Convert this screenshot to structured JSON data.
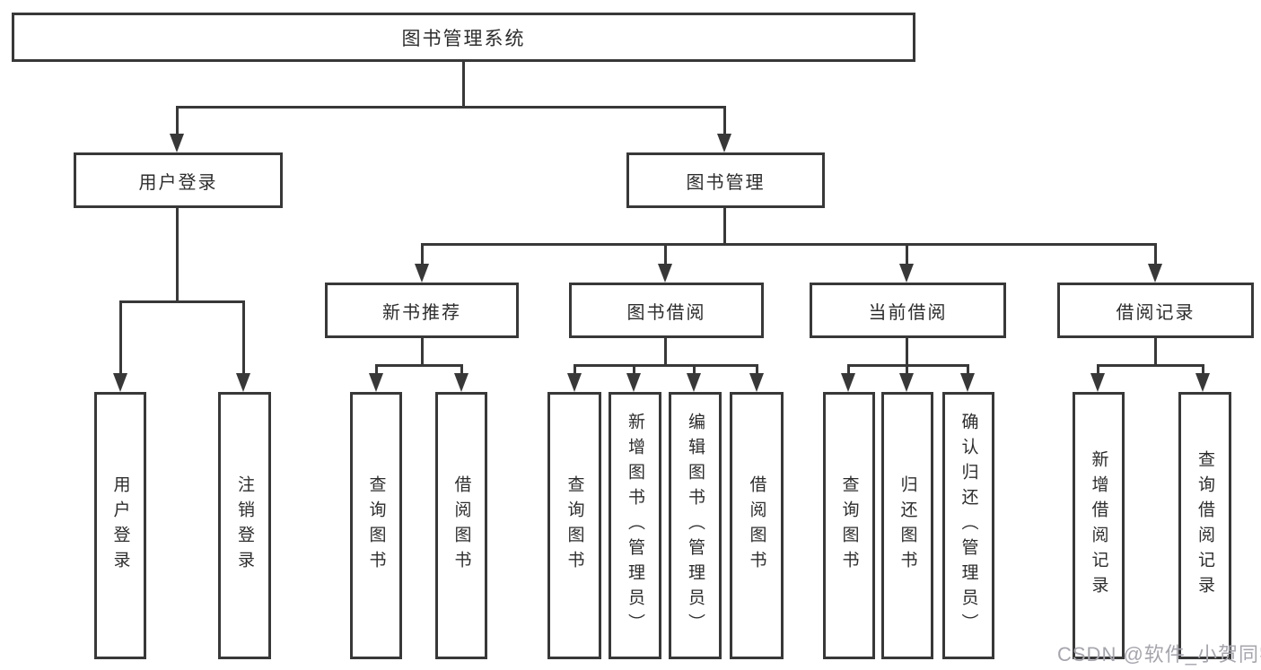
{
  "diagram_type": "hierarchy-tree",
  "colors": {
    "line": "#383838",
    "text": "#2d2d2d",
    "watermark": "#a5a5ae",
    "background": "#ffffff"
  },
  "watermark": {
    "text": "CSDN @软件_小贺同学"
  },
  "tree": {
    "label": "图书管理系统",
    "children": [
      {
        "label": "用户登录",
        "children": [
          {
            "label": "用户登录"
          },
          {
            "label": "注销登录"
          }
        ]
      },
      {
        "label": "图书管理",
        "children": [
          {
            "label": "新书推荐",
            "children": [
              {
                "label": "查询图书"
              },
              {
                "label": "借阅图书"
              }
            ]
          },
          {
            "label": "图书借阅",
            "children": [
              {
                "label": "查询图书"
              },
              {
                "label": "新增图书（管理员）"
              },
              {
                "label": "编辑图书（管理员）"
              },
              {
                "label": "借阅图书"
              }
            ]
          },
          {
            "label": "当前借阅",
            "children": [
              {
                "label": "查询图书"
              },
              {
                "label": "归还图书"
              },
              {
                "label": "确认归还（管理员）"
              }
            ]
          },
          {
            "label": "借阅记录",
            "children": [
              {
                "label": "新增借阅记录"
              },
              {
                "label": "查询借阅记录"
              }
            ]
          }
        ]
      }
    ]
  }
}
